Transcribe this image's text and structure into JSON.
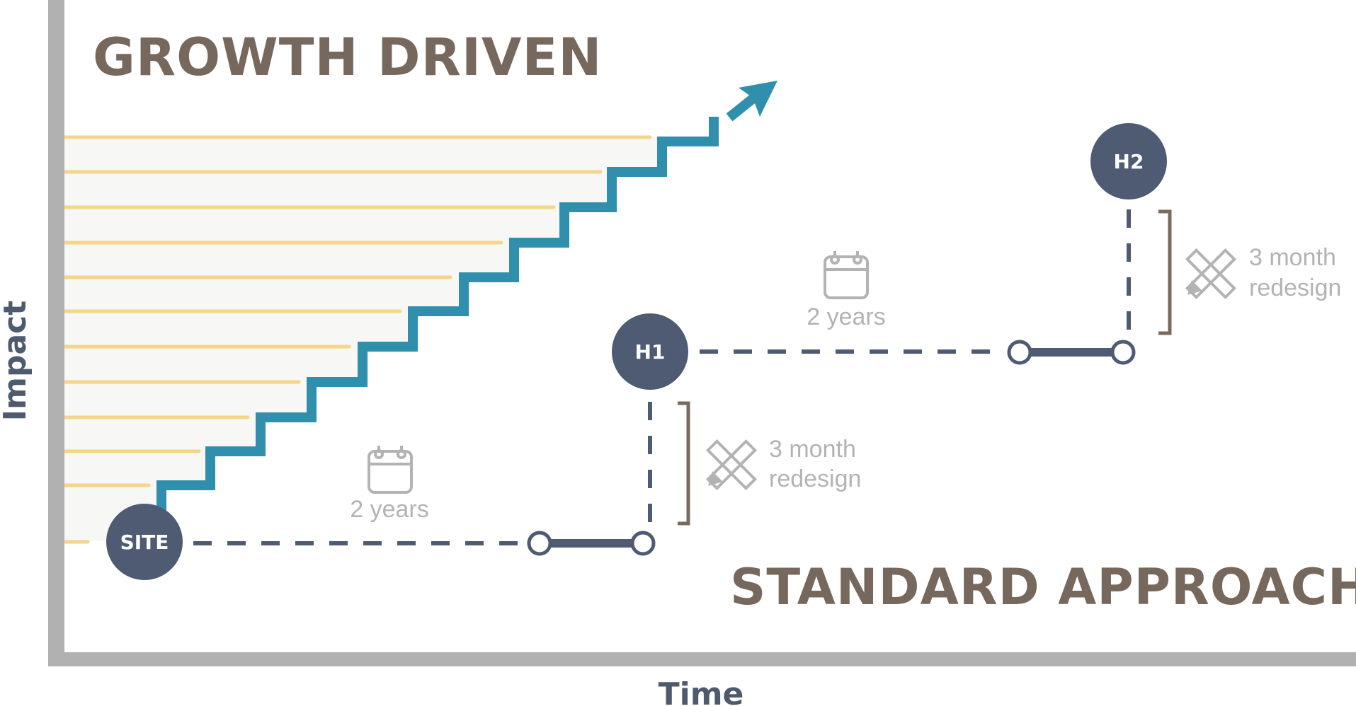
{
  "titles": {
    "growth": "GROWTH DRIVEN",
    "standard": "STANDARD APPROACH"
  },
  "axes": {
    "x_label": "Time",
    "y_label": "Impact"
  },
  "nodes": {
    "site": "SITE",
    "h1": "H1",
    "h2": "H2"
  },
  "intervals": {
    "first": {
      "duration": "2 years",
      "redesign_line1": "3 month",
      "redesign_line2": "redesign"
    },
    "second": {
      "duration": "2 years",
      "redesign_line1": "3 month",
      "redesign_line2": "redesign"
    }
  },
  "icons": {
    "calendar": "calendar-icon",
    "design_tools": "pencil-ruler-icon",
    "arrow": "arrow-up-right-icon"
  },
  "colors": {
    "axis": "#b1b1b1",
    "title": "#76685c",
    "axis_text": "#505a6e",
    "node": "#4f5b73",
    "staircase": "#2f8fac",
    "growth_lines": "#f5d589",
    "growth_fill": "#f7f7f5",
    "bracket": "#7a6a5e",
    "note_text": "#b3b3b3"
  }
}
